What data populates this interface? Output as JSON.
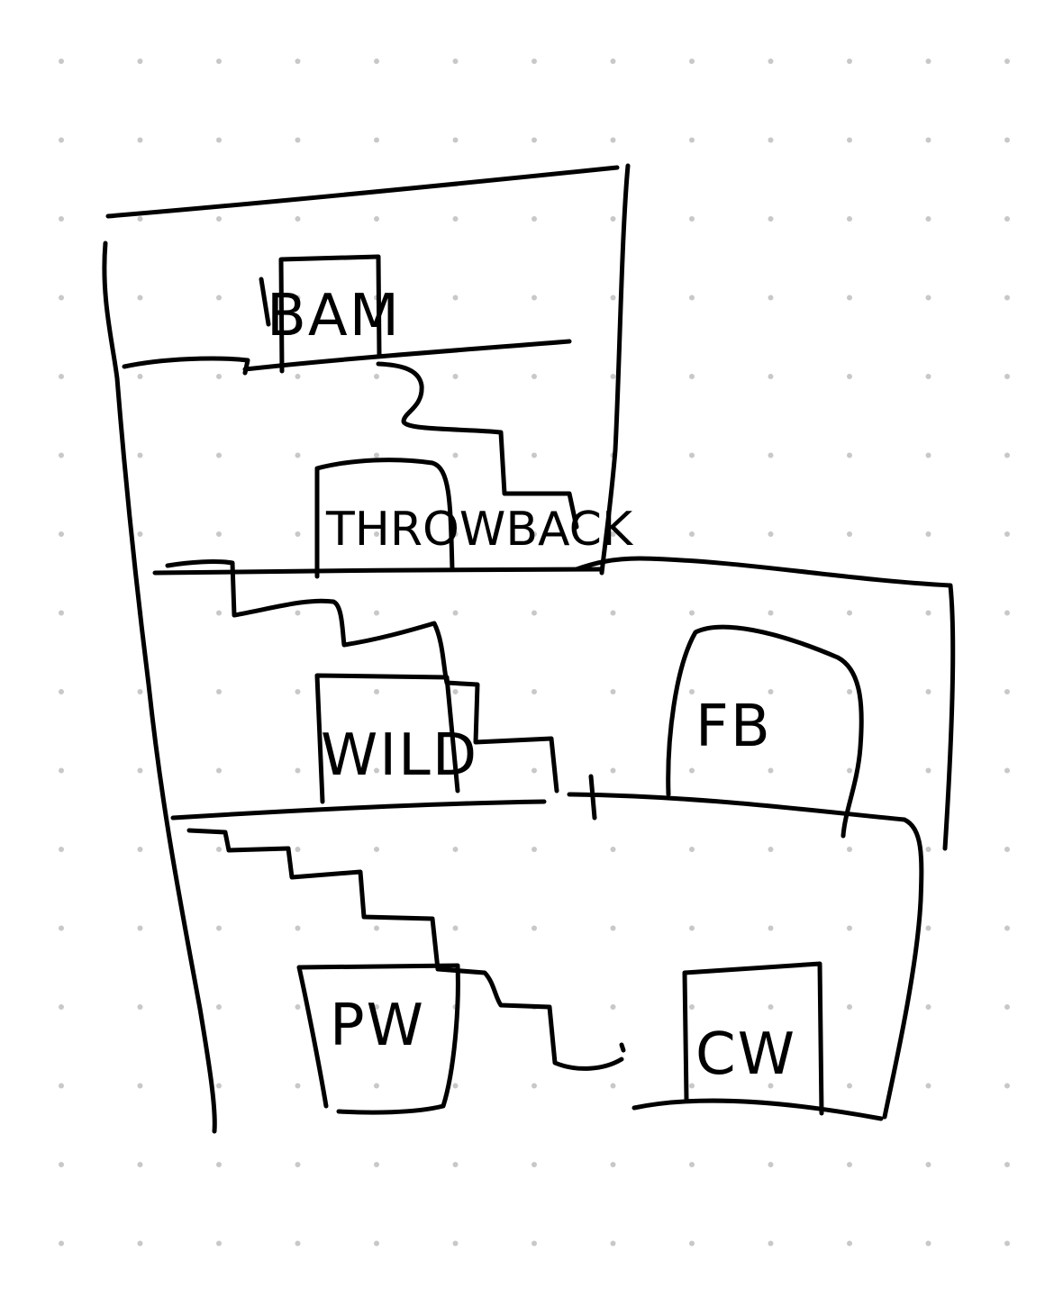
{
  "colors": {
    "ink": "#000000",
    "background": "#ffffff",
    "grid_dot": "#c8c8c8"
  },
  "labels": {
    "bam": "BAM",
    "throwback": "THROWBACK",
    "wild": "WILD",
    "fb": "FB",
    "pw": "PW",
    "cw": "CW"
  }
}
